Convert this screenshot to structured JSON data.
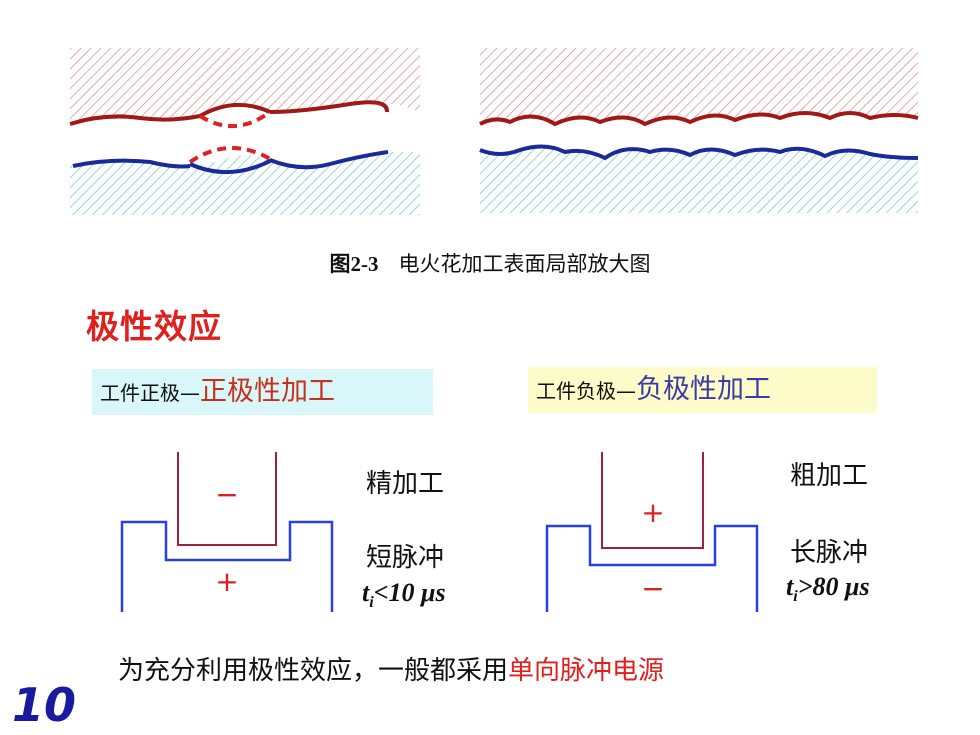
{
  "caption": {
    "fig_num": "图2-3",
    "text": "电火花加工表面局部放大图"
  },
  "section_title": "极性效应",
  "positive": {
    "label_small": "工件正极—",
    "label_big": "正极性加工",
    "tool_sign": "−",
    "work_sign": "+",
    "process": "精加工",
    "pulse": "短脉冲",
    "formula_var": "t",
    "formula_sub": "i",
    "formula_rest": "<10 μs"
  },
  "negative": {
    "label_small": "工件负极—",
    "label_big": "负极性加工",
    "tool_sign": "+",
    "work_sign": "−",
    "process": "粗加工",
    "pulse": "长脉冲",
    "formula_var": "t",
    "formula_sub": "i",
    "formula_rest": ">80 μs"
  },
  "bottom": {
    "prefix": "为充分利用极性效应，一般都采用",
    "highlight": "单向脉冲电源"
  },
  "page_number": "10",
  "colors": {
    "red_hatch": "#d48080",
    "blue_hatch": "#5cc0d0",
    "dark_red_line": "#a01818",
    "dark_blue_line": "#1a2a9a",
    "dash_red": "#e02020",
    "tool_electrode": "#a02040",
    "work_electrode": "#2a40e0",
    "sign_red": "#e02020"
  }
}
